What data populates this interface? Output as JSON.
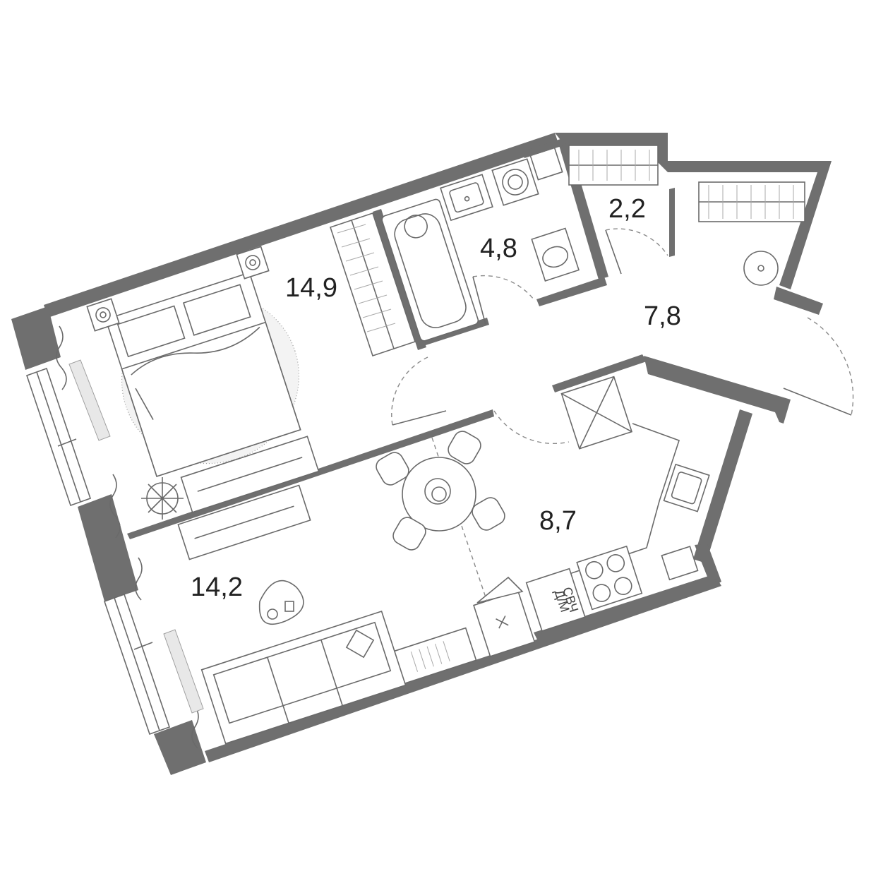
{
  "rooms": {
    "bedroom": {
      "area": "14,9"
    },
    "bathroom": {
      "area": "4,8"
    },
    "wardrobe": {
      "area": "2,2"
    },
    "hall": {
      "area": "7,8"
    },
    "kitchen": {
      "area": "8,7"
    },
    "living": {
      "area": "14,2"
    }
  },
  "appliances": {
    "microwave_label": "СВЧ",
    "dishwasher_label": "Д/М"
  }
}
